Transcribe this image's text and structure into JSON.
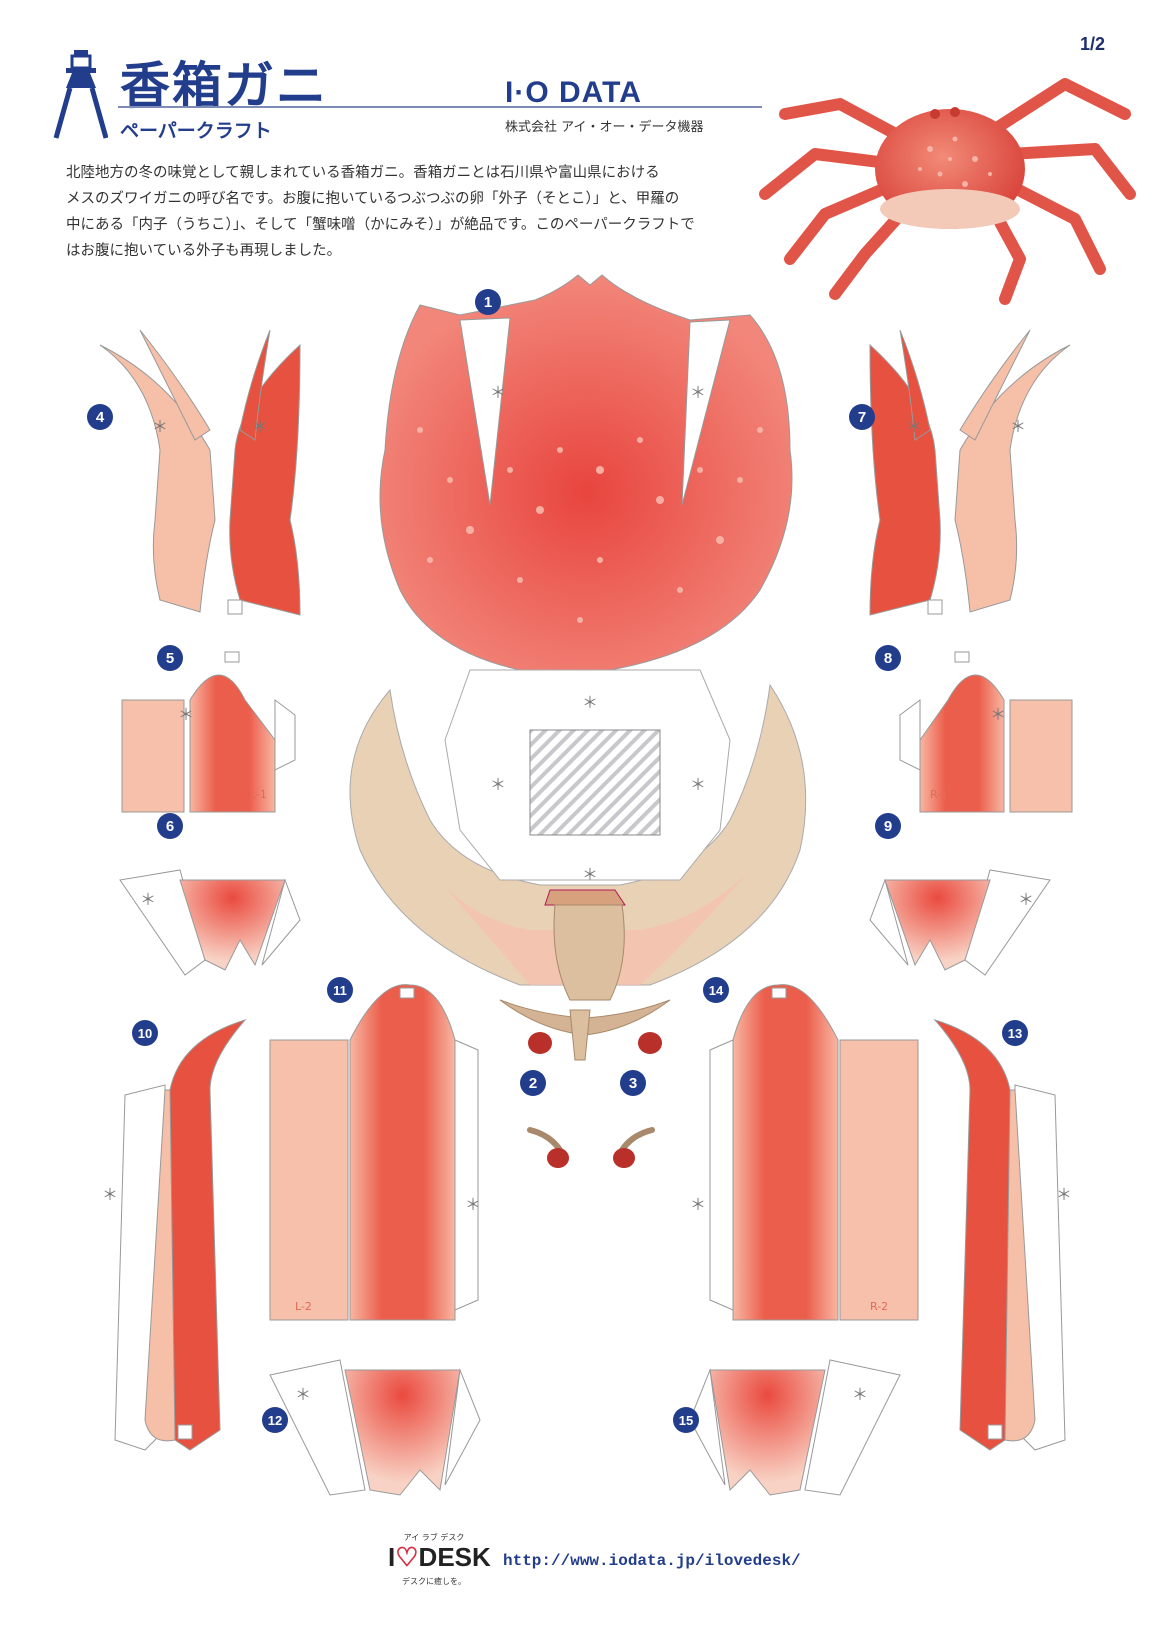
{
  "header": {
    "page_number": "1/2",
    "title": "香箱ガニ",
    "subtitle": "ペーパークラフト",
    "brand": "I·O DATA",
    "company": "株式会社 アイ・オー・データ機器"
  },
  "intro": {
    "lines": [
      "北陸地方の冬の味覚として親しまれている香箱ガニ。香箱ガニとは石川県や富山県における",
      "メスのズワイガニの呼び名です。お腹に抱いているつぶつぶの卵「外子（そとこ）」と、甲羅の",
      "中にある「内子（うちこ）」、そして「蟹味噌（かにみそ）」が絶品です。このペーパークラフトで",
      "はお腹に抱いている外子も再現しました。"
    ]
  },
  "parts": {
    "numbers": [
      "1",
      "2",
      "3",
      "4",
      "5",
      "6",
      "7",
      "8",
      "9",
      "10",
      "11",
      "12",
      "13",
      "14",
      "15"
    ],
    "labels": {
      "L1": "L-1",
      "R1": "R-1",
      "L2": "L-2",
      "R2": "R-2"
    },
    "glue_mark": "＊"
  },
  "colors": {
    "brand_blue": "#223d8c",
    "shell_red": "#e8584a",
    "shell_light": "#f3a08f",
    "leg_pink": "#f6c0aa",
    "underside_beige": "#e8cfb2",
    "egg_red": "#b9302a"
  },
  "footer": {
    "logo_kana": "アイ ラブ デスク",
    "logo_text_i": "I",
    "logo_heart": "♡",
    "logo_text_desk": "DESK",
    "logo_tagline": "デスクに癒しを。",
    "url": "http://www.iodata.jp/ilovedesk/"
  }
}
